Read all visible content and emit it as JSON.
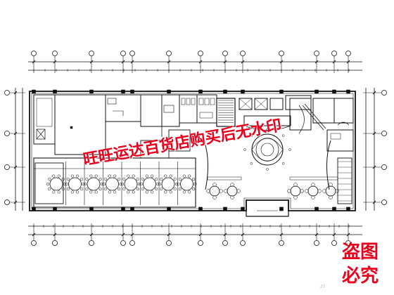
{
  "watermark": {
    "text": "旺旺运达百货店购买后无水印",
    "color": "#e8001c"
  },
  "stamp": {
    "line1": "盗图",
    "line2": "必究",
    "color": "#e8001c"
  },
  "corner_mark": "zl",
  "plan": {
    "line_color": "#111111",
    "top_axes": 13,
    "bottom_axes": 13,
    "banquet_tables_count": 8,
    "cafe_table_groups": 5
  }
}
